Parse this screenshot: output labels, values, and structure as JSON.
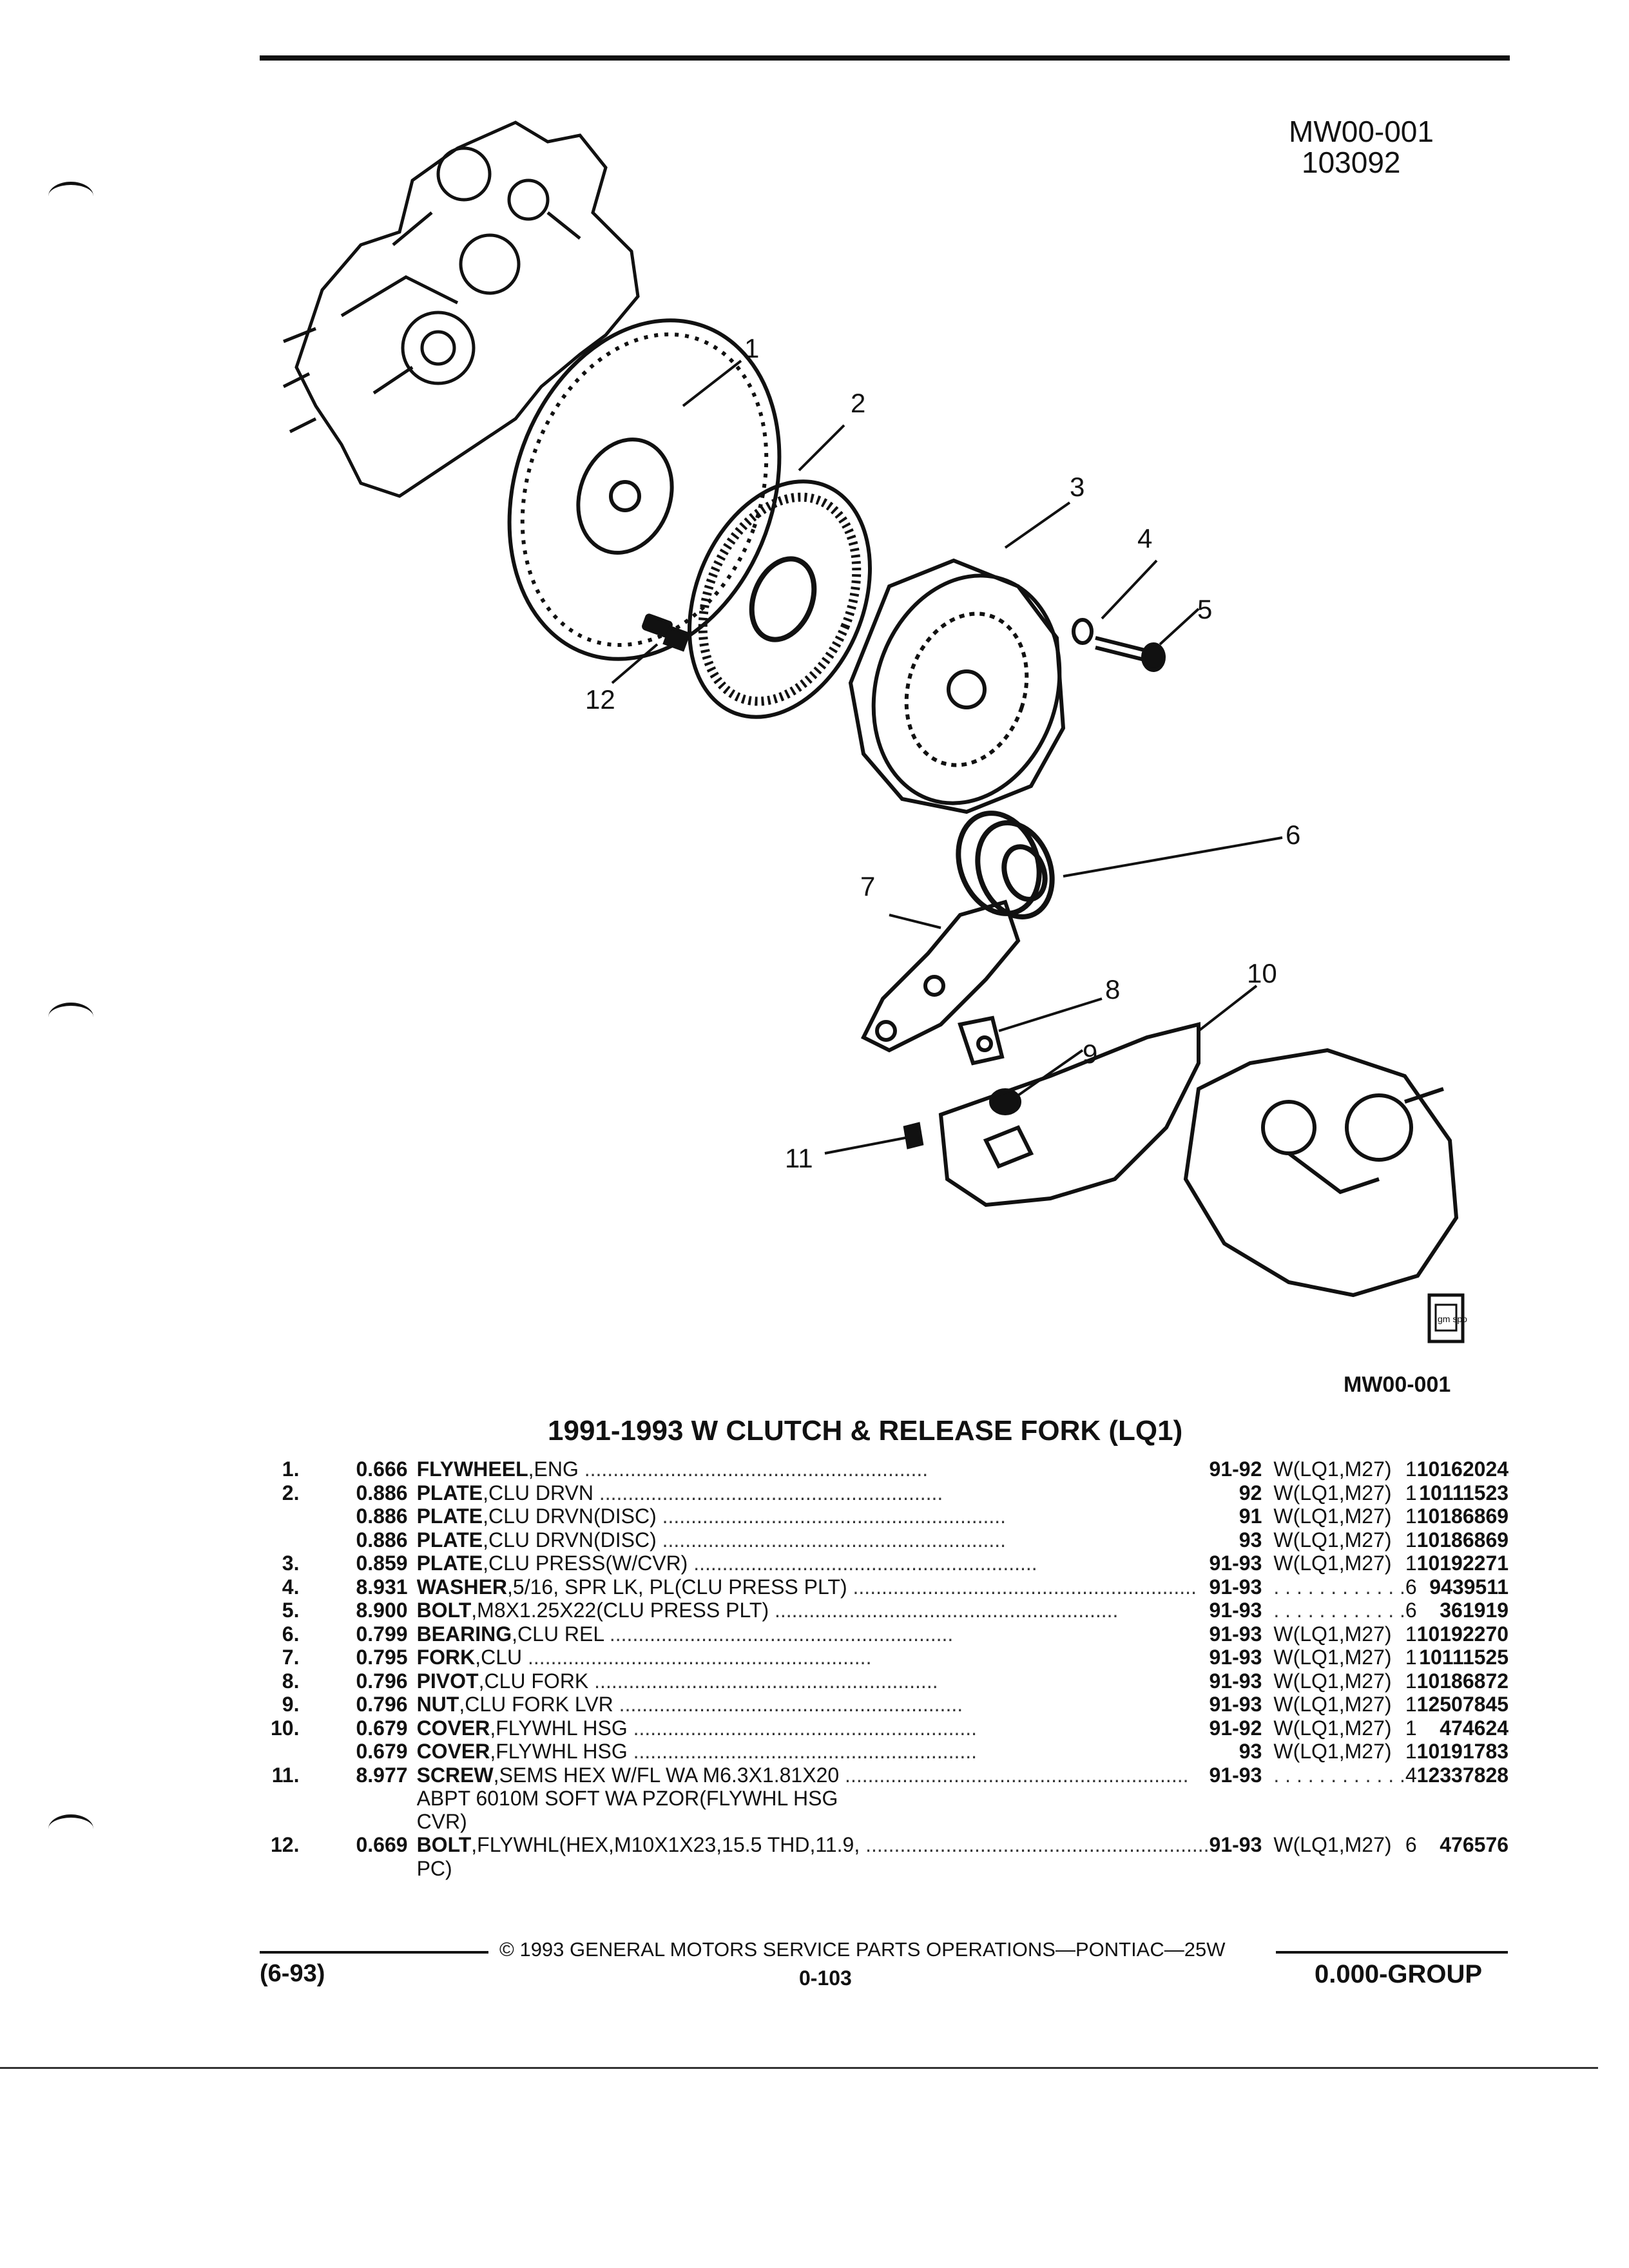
{
  "header": {
    "fig_code": "MW00-001",
    "fig_number": "103092"
  },
  "diagram": {
    "callouts": [
      "1",
      "2",
      "3",
      "4",
      "5",
      "6",
      "7",
      "8",
      "9",
      "10",
      "11",
      "12"
    ],
    "badge_text": "gm spo",
    "caption": "MW00-001"
  },
  "section": {
    "title": "1991-1993 W CLUTCH & RELEASE FORK (LQ1)"
  },
  "parts": [
    {
      "item": "1.",
      "fig": "0.666",
      "name": "FLYWHEEL",
      "desc": ",ENG",
      "years": "91-92",
      "usage": "W(LQ1,M27)",
      "qty": "1",
      "pn": "10162024"
    },
    {
      "item": "2.",
      "fig": "0.886",
      "name": "PLATE",
      "desc": ",CLU DRVN",
      "years": "92",
      "usage": "W(LQ1,M27)",
      "qty": "1",
      "pn": "10111523"
    },
    {
      "item": "",
      "fig": "0.886",
      "name": "PLATE",
      "desc": ",CLU DRVN(DISC)",
      "years": "91",
      "usage": "W(LQ1,M27)",
      "qty": "1",
      "pn": "10186869"
    },
    {
      "item": "",
      "fig": "0.886",
      "name": "PLATE",
      "desc": ",CLU DRVN(DISC)",
      "years": "93",
      "usage": "W(LQ1,M27)",
      "qty": "1",
      "pn": "10186869"
    },
    {
      "item": "3.",
      "fig": "0.859",
      "name": "PLATE",
      "desc": ",CLU PRESS(W/CVR)",
      "years": "91-93",
      "usage": "W(LQ1,M27)",
      "qty": "1",
      "pn": "10192271"
    },
    {
      "item": "4.",
      "fig": "8.931",
      "name": "WASHER",
      "desc": ",5/16, SPR LK, PL(CLU PRESS PLT)",
      "years": "91-93",
      "usage": "",
      "qty": "6",
      "pn": "9439511"
    },
    {
      "item": "5.",
      "fig": "8.900",
      "name": "BOLT",
      "desc": ",M8X1.25X22(CLU PRESS PLT)",
      "years": "91-93",
      "usage": "",
      "qty": "6",
      "pn": "361919"
    },
    {
      "item": "6.",
      "fig": "0.799",
      "name": "BEARING",
      "desc": ",CLU REL",
      "years": "91-93",
      "usage": "W(LQ1,M27)",
      "qty": "1",
      "pn": "10192270"
    },
    {
      "item": "7.",
      "fig": "0.795",
      "name": "FORK",
      "desc": ",CLU",
      "years": "91-93",
      "usage": "W(LQ1,M27)",
      "qty": "1",
      "pn": "10111525"
    },
    {
      "item": "8.",
      "fig": "0.796",
      "name": "PIVOT",
      "desc": ",CLU FORK",
      "years": "91-93",
      "usage": "W(LQ1,M27)",
      "qty": "1",
      "pn": "10186872"
    },
    {
      "item": "9.",
      "fig": "0.796",
      "name": "NUT",
      "desc": ",CLU FORK LVR",
      "years": "91-93",
      "usage": "W(LQ1,M27)",
      "qty": "1",
      "pn": "12507845"
    },
    {
      "item": "10.",
      "fig": "0.679",
      "name": "COVER",
      "desc": ",FLYWHL HSG",
      "years": "91-92",
      "usage": "W(LQ1,M27)",
      "qty": "1",
      "pn": "474624"
    },
    {
      "item": "",
      "fig": "0.679",
      "name": "COVER",
      "desc": ",FLYWHL HSG",
      "years": "93",
      "usage": "W(LQ1,M27)",
      "qty": "1",
      "pn": "10191783"
    },
    {
      "item": "11.",
      "fig": "8.977",
      "name": "SCREW",
      "desc": ",SEMS HEX W/FL WA M6.3X1.81X20",
      "years": "91-93",
      "usage": "",
      "qty": "4",
      "pn": "12337828",
      "cont": [
        "ABPT 6010M SOFT WA PZOR(FLYWHL HSG",
        "CVR)"
      ]
    },
    {
      "item": "12.",
      "fig": "0.669",
      "name": "BOLT",
      "desc": ",FLYWHL(HEX,M10X1X23,15.5 THD,11.9,",
      "years": "91-93",
      "usage": "W(LQ1,M27)",
      "qty": "6",
      "pn": "476576",
      "cont": [
        "PC)"
      ]
    }
  ],
  "footer": {
    "copyright": "© 1993 GENERAL MOTORS SERVICE PARTS OPERATIONS—PONTIAC—25W",
    "page": "0-103",
    "left": "(6-93)",
    "right": "0.000-GROUP"
  }
}
